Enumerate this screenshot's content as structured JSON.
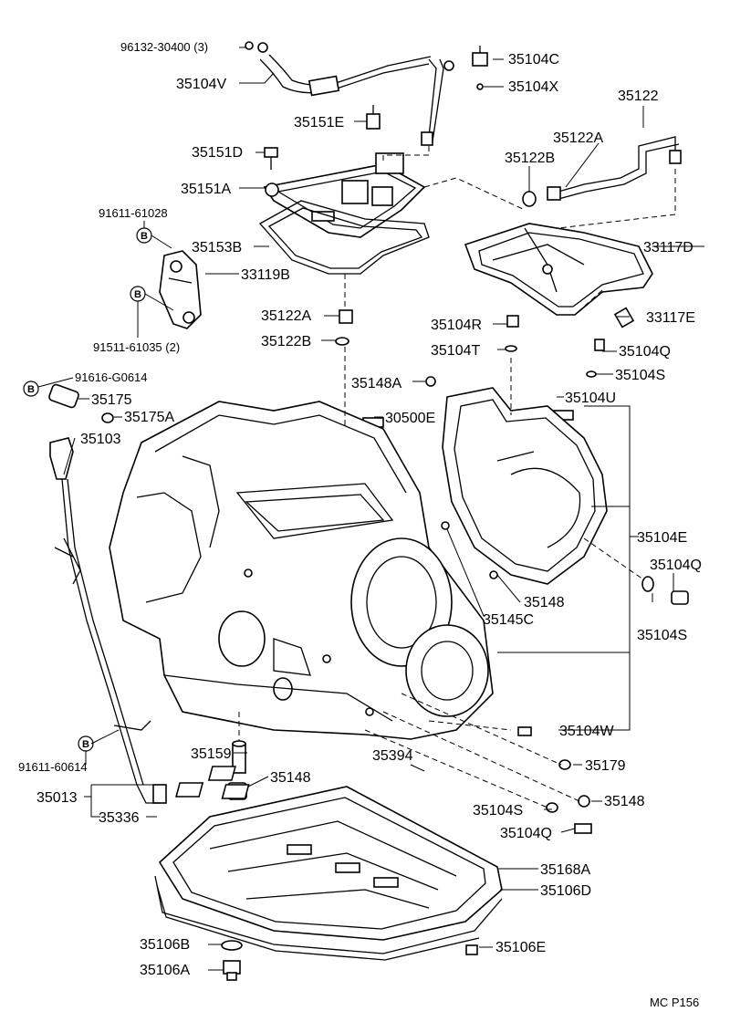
{
  "labels": {
    "l_96132": "96132-30400 (3)",
    "l_35104V": "35104V",
    "l_35104C": "35104C",
    "l_35104X": "35104X",
    "l_35122": "35122",
    "l_35151E": "35151E",
    "l_35122A_top": "35122A",
    "l_35151D": "35151D",
    "l_35122B_top": "35122B",
    "l_91611_61028": "91611-61028",
    "l_35151A": "35151A",
    "l_35153B": "35153B",
    "l_33117D": "33117D",
    "l_33119B": "33119B",
    "l_35122A_mid": "35122A",
    "l_35104R": "35104R",
    "l_33117E": "33117E",
    "l_91511_61035": "91511-61035 (2)",
    "l_35122B_mid": "35122B",
    "l_35104T": "35104T",
    "l_35104Q_a": "35104Q",
    "l_91616_G0614": "91616-G0614",
    "l_35148A": "35148A",
    "l_35104S_a": "35104S",
    "l_35175": "35175",
    "l_35104U": "35104U",
    "l_35175A": "35175A",
    "l_30500E": "30500E",
    "l_35103": "35103",
    "l_35104E": "35104E",
    "l_35104Q_b": "35104Q",
    "l_35148_a": "35148",
    "l_35145C": "35145C",
    "l_35104S_b": "35104S",
    "l_35104W": "35104W",
    "l_91611_60614": "91611-60614",
    "l_35159": "35159",
    "l_35394": "35394",
    "l_35179": "35179",
    "l_35148_b": "35148",
    "l_35013": "35013",
    "l_35148_c": "35148",
    "l_35336": "35336",
    "l_35104S_c": "35104S",
    "l_35104Q_c": "35104Q",
    "l_35168A": "35168A",
    "l_35106D": "35106D",
    "l_35106B": "35106B",
    "l_35106E": "35106E",
    "l_35106A": "35106A",
    "l_mc": "MC P156"
  },
  "bolt_marker": "B"
}
